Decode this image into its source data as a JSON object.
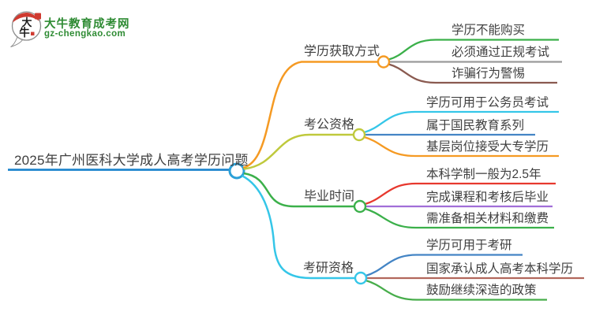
{
  "palette": {
    "text": "#3F3F3F",
    "root_line": "#1F86CE",
    "hub_ring": "#2BA0D8",
    "logo_green": "#2E8B33",
    "logo_red": "#CF3A30",
    "logo_ink": "#1A1A1A"
  },
  "logo": {
    "mark_char_top": "大",
    "mark_char_bottom": "牛",
    "site_name": "大牛教育成考网",
    "site_domain": "gz-chengkao.com"
  },
  "mindmap": {
    "root": {
      "label": "2025年广州医科大学成人高考学历问题"
    },
    "branches": [
      {
        "label": "学历获取方式",
        "color": "#F59A23",
        "children": [
          {
            "text": "学历不能购买",
            "color": "#3BB04A"
          },
          {
            "text": "必须通过正规考试",
            "color": "#9B9B9B"
          },
          {
            "text": "诈骗行为警惕",
            "color": "#8A5A50"
          }
        ]
      },
      {
        "label": "考公资格",
        "color": "#BFC93C",
        "children": [
          {
            "text": "学历可用于公务员考试",
            "color": "#35C6E8"
          },
          {
            "text": "属于国民教育系列",
            "color": "#4485C5"
          },
          {
            "text": "基层岗位接受大专学历",
            "color": "#F59A23"
          }
        ]
      },
      {
        "label": "毕业时间",
        "color": "#3BB04A",
        "children": [
          {
            "text": "本科学制一般为2.5年",
            "color": "#E7382E"
          },
          {
            "text": "完成课程和考核后毕业",
            "color": "#A16ED8"
          },
          {
            "text": "需准备相关材料和缴费",
            "color": "#3BB04A"
          }
        ]
      },
      {
        "label": "考研资格",
        "color": "#35C6E8",
        "children": [
          {
            "text": "学历可用于考研",
            "color": "#4485C5"
          },
          {
            "text": "国家承认成人高考本科学历",
            "color": "#B2675C"
          },
          {
            "text": "鼓励继续深造的政策",
            "color": "#47AD4B"
          }
        ]
      }
    ]
  }
}
